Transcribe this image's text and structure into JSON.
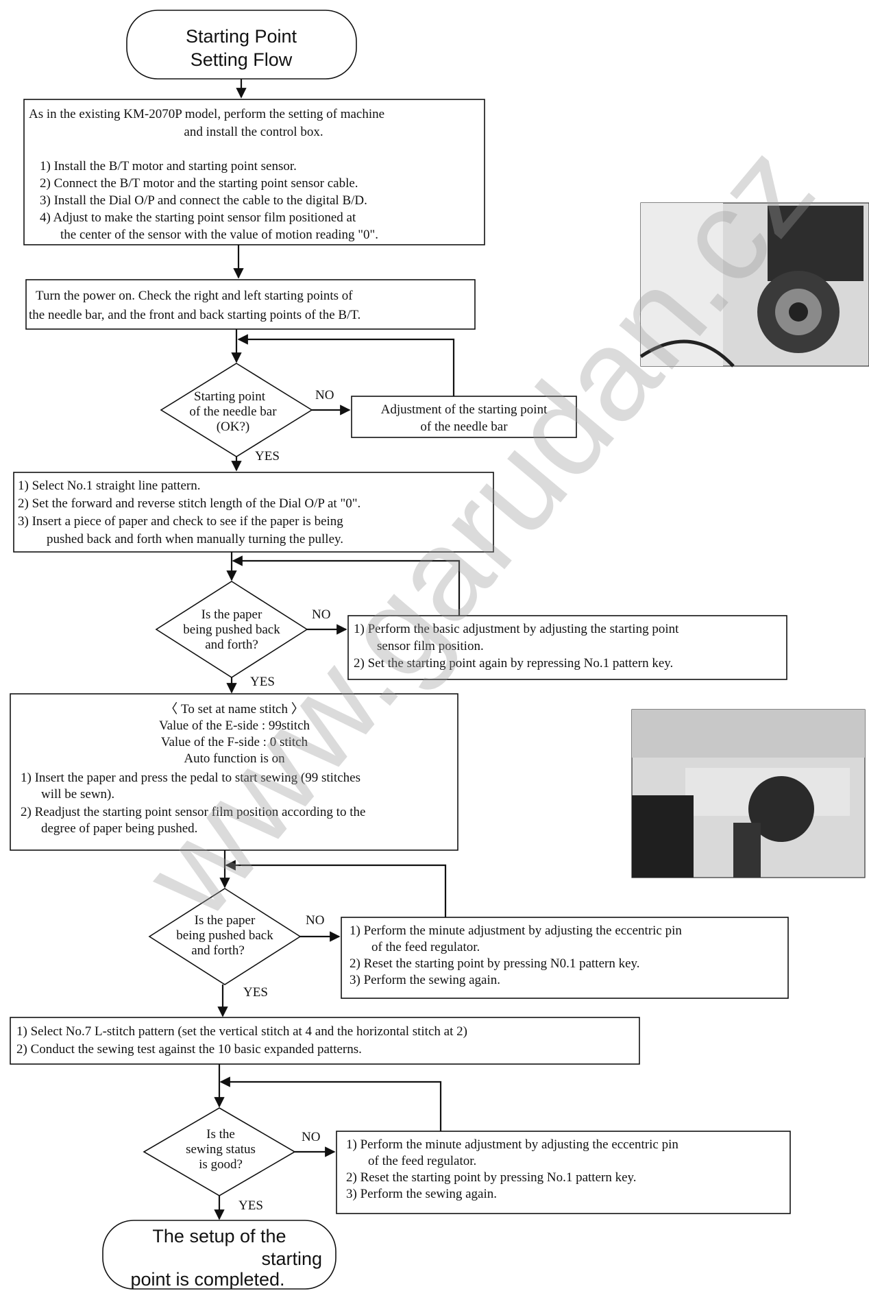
{
  "start": {
    "line1": "Starting Point",
    "line2": "Setting Flow"
  },
  "step1": {
    "intro1": "As in the existing KM-2070P model, perform the setting of machine",
    "intro2": "and install the control box.",
    "items": [
      "1) Install the B/T motor and starting point sensor.",
      "2) Connect the B/T motor and the starting point sensor cable.",
      "3) Install the Dial O/P and connect the cable to the digital B/D.",
      "4) Adjust to make the starting point sensor film positioned at",
      "the center of the sensor with the value of motion reading \"0\"."
    ]
  },
  "step2": {
    "line1": "Turn the power on. Check the right and left starting points of",
    "line2": "the needle bar, and the front and back starting points of the B/T."
  },
  "decision1": {
    "line1": "Starting point",
    "line2": "of the needle bar",
    "line3": "(OK?)"
  },
  "adjust1": {
    "line1": "Adjustment of the starting point",
    "line2": "of the needle bar"
  },
  "step3": {
    "items": [
      "1) Select No.1 straight line pattern.",
      "2) Set the forward and reverse stitch length of the Dial O/P at \"0\".",
      "3) Insert a piece of paper and check to see if the paper is being",
      "pushed back and forth when manually turning the pulley."
    ]
  },
  "decision2": {
    "line1": "Is the paper",
    "line2": "being pushed back",
    "line3": "and forth?"
  },
  "adjust2": {
    "items": [
      "1) Perform the basic adjustment by adjusting the starting point",
      "sensor film position.",
      "2) Set the starting point again by repressing No.1 pattern key."
    ]
  },
  "step4": {
    "header": "〈 To set at name stitch 〉",
    "eside": "Value of the E-side : 99stitch",
    "fside": "Value of the F-side : 0 stitch",
    "auto": "Auto function is on",
    "items": [
      "1) Insert the paper and press the pedal to start sewing (99 stitches",
      "will be sewn).",
      "2) Readjust the starting point sensor film position according to the",
      "degree of paper being pushed."
    ]
  },
  "decision3": {
    "line1": "Is the paper",
    "line2": "being pushed back",
    "line3": "and forth?"
  },
  "adjust3": {
    "items": [
      "1) Perform the minute adjustment by adjusting the eccentric pin",
      "of the feed regulator.",
      "2) Reset the starting point by pressing N0.1 pattern key.",
      "3) Perform the sewing again."
    ]
  },
  "step5": {
    "items": [
      "1) Select No.7 L-stitch pattern (set the vertical stitch at 4 and the horizontal stitch at 2)",
      "2) Conduct the sewing test against the 10 basic expanded patterns."
    ]
  },
  "decision4": {
    "line1": "Is the",
    "line2": "sewing status",
    "line3": "is good?"
  },
  "adjust4": {
    "items": [
      "1) Perform the minute adjustment by adjusting the eccentric pin",
      "of the feed regulator.",
      "2) Reset the starting point by pressing No.1 pattern key.",
      "3) Perform the sewing again."
    ]
  },
  "end": {
    "line1": "The setup of the",
    "line2": "starting",
    "line3": "point is completed."
  },
  "labels": {
    "no": "NO",
    "yes": "YES"
  },
  "watermark": "www.garudan.cz"
}
